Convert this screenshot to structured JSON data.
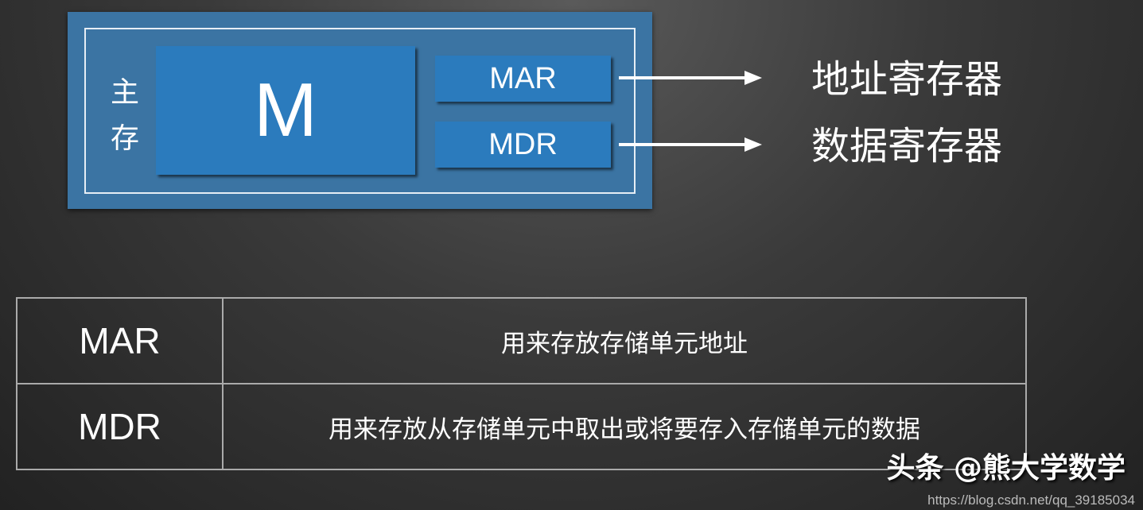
{
  "diagram": {
    "memory_label": "主存",
    "memory_block": "M",
    "registers": [
      {
        "name": "MAR",
        "label": "地址寄存器"
      },
      {
        "name": "MDR",
        "label": "数据寄存器"
      }
    ],
    "colors": {
      "outer": "#3b74a3",
      "block": "#2b7bbd",
      "background": "#333333"
    }
  },
  "table": {
    "rows": [
      {
        "term": "MAR",
        "desc": "用来存放存储单元地址"
      },
      {
        "term": "MDR",
        "desc": "用来存放从存储单元中取出或将要存入存储单元的数据"
      }
    ]
  },
  "watermark": {
    "text": "头条 @熊大学数学",
    "url": "https://blog.csdn.net/qq_39185034"
  }
}
